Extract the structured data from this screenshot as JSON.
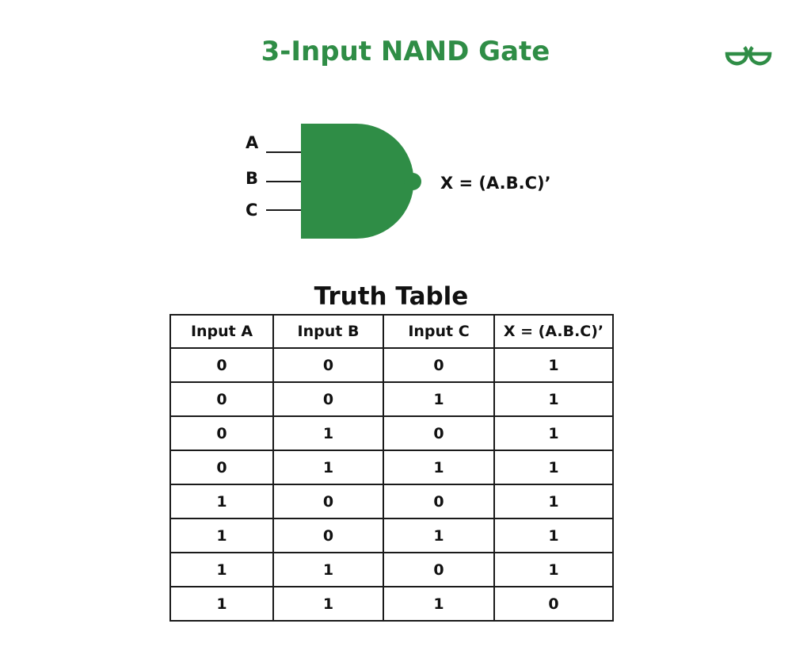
{
  "title": "3-Input NAND Gate",
  "colors": {
    "accent": "#2f8d46",
    "gate_fill": "#2f8d46",
    "text": "#111111"
  },
  "logo": {
    "icon": "geeksforgeeks-logo-icon"
  },
  "gate": {
    "type": "NAND",
    "inputs": [
      "A",
      "B",
      "C"
    ],
    "output_expression": "X = (A.B.C)’"
  },
  "truth_table": {
    "title": "Truth Table",
    "headers": [
      "Input A",
      "Input B",
      "Input C",
      "X = (A.B.C)’"
    ],
    "rows": [
      [
        "0",
        "0",
        "0",
        "1"
      ],
      [
        "0",
        "0",
        "1",
        "1"
      ],
      [
        "0",
        "1",
        "0",
        "1"
      ],
      [
        "0",
        "1",
        "1",
        "1"
      ],
      [
        "1",
        "0",
        "0",
        "1"
      ],
      [
        "1",
        "0",
        "1",
        "1"
      ],
      [
        "1",
        "1",
        "0",
        "1"
      ],
      [
        "1",
        "1",
        "1",
        "0"
      ]
    ]
  }
}
